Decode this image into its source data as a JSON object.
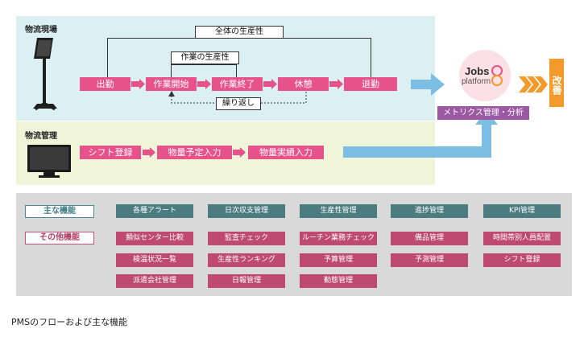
{
  "zones": {
    "site_title": "物流現場",
    "mgmt_title": "物流管理"
  },
  "flow": {
    "steps": [
      "出勤",
      "作業開始",
      "作業終了",
      "休憩",
      "退勤"
    ],
    "overall_productivity": "全体の生産性",
    "work_productivity": "作業の生産性",
    "repeat": "繰り返し"
  },
  "mgmt_flow": {
    "steps": [
      "シフト登録",
      "物量予定入力",
      "物量実績入力"
    ]
  },
  "platform": {
    "logo_top": "Jobs",
    "logo_bottom": "platform",
    "metrics_label": "メトリクス管理・分析",
    "improve_label": "改善"
  },
  "functions": {
    "main_label": "主な機能",
    "other_label": "その他機能",
    "main": [
      "各種アラート",
      "日次収支管理",
      "生産性管理",
      "進捗管理",
      "KPI管理"
    ],
    "other_rows": [
      [
        "類似センター比較",
        "監査チェック",
        "ルーチン業務チェック",
        "備品管理",
        "時間帯別人員配置"
      ],
      [
        "検温状況一覧",
        "生産性ランキング",
        "予算管理",
        "予測管理",
        "シフト登録"
      ],
      [
        "派遣会社管理",
        "日報管理",
        "勤態管理"
      ]
    ]
  },
  "caption": "PMSのフローおよび主な機能",
  "colors": {
    "flow_pink": "#e8528a",
    "arrow_blue": "#7bbde3",
    "improve_orange": "#f39a2b",
    "main_func": "#4b7c80",
    "other_func": "#bf4a71"
  }
}
